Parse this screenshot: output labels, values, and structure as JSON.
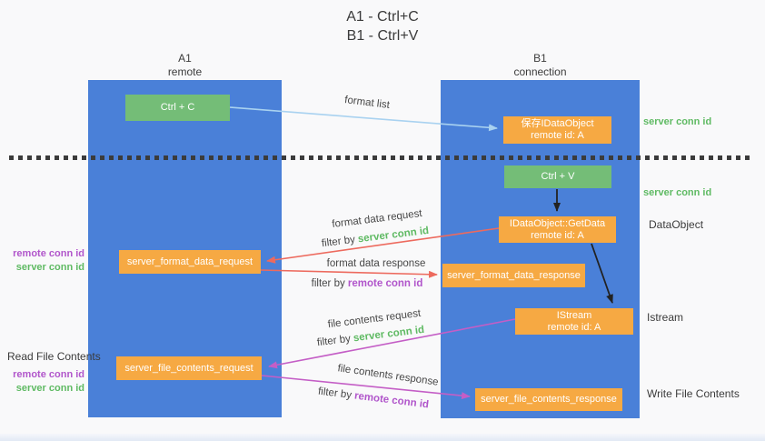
{
  "title": {
    "line1": "A1 - Ctrl+C",
    "line2": "B1 - Ctrl+V"
  },
  "lanes": {
    "left": {
      "name": "A1",
      "sub": "remote"
    },
    "right": {
      "name": "B1",
      "sub": "connection"
    }
  },
  "nodes": {
    "ctrl_c": {
      "label": "Ctrl + C"
    },
    "ctrl_v": {
      "label": "Ctrl + V"
    },
    "save_idataobject": {
      "line1": "保存IDataObject",
      "line2": "remote id: A"
    },
    "idataobject_getdata": {
      "line1": "IDataObject::GetData",
      "line2": "remote id: A"
    },
    "istream": {
      "line1": "IStream",
      "line2": "remote id: A"
    },
    "server_format_data_request": {
      "label": "server_format_data_request"
    },
    "server_format_data_response": {
      "label": "server_format_data_response"
    },
    "server_file_contents_request": {
      "label": "server_file_contents_request"
    },
    "server_file_contents_response": {
      "label": "server_file_contents_response"
    }
  },
  "arrow_labels": {
    "format_list": "format list",
    "format_data_request": "format data request",
    "format_data_response": "format data response",
    "file_contents_request": "file contents request",
    "file_contents_response": "file contents response",
    "filter_by_prefix": "filter by ",
    "server_conn_id": "server conn id",
    "remote_conn_id": "remote conn id"
  },
  "side_labels": {
    "server_conn_id_top": "server conn id",
    "server_conn_id_mid": "server conn id",
    "dataobject": "DataObject",
    "istream": "Istream",
    "write_file_contents": "Write File Contents",
    "read_file_contents": "Read File Contents",
    "remote_conn_id": "remote conn id",
    "server_conn_id": "server conn id"
  },
  "colors": {
    "lane_blue": "#4a80d8",
    "box_green": "#74bd77",
    "box_orange": "#f6a943",
    "arrow_blue": "#a9d2f0",
    "arrow_red": "#ed6a5e",
    "arrow_magenta": "#c45ec6",
    "arrow_black": "#222222",
    "text_green": "#5fba63",
    "text_purple": "#b156cb",
    "text_dark": "#3b3b3b"
  }
}
